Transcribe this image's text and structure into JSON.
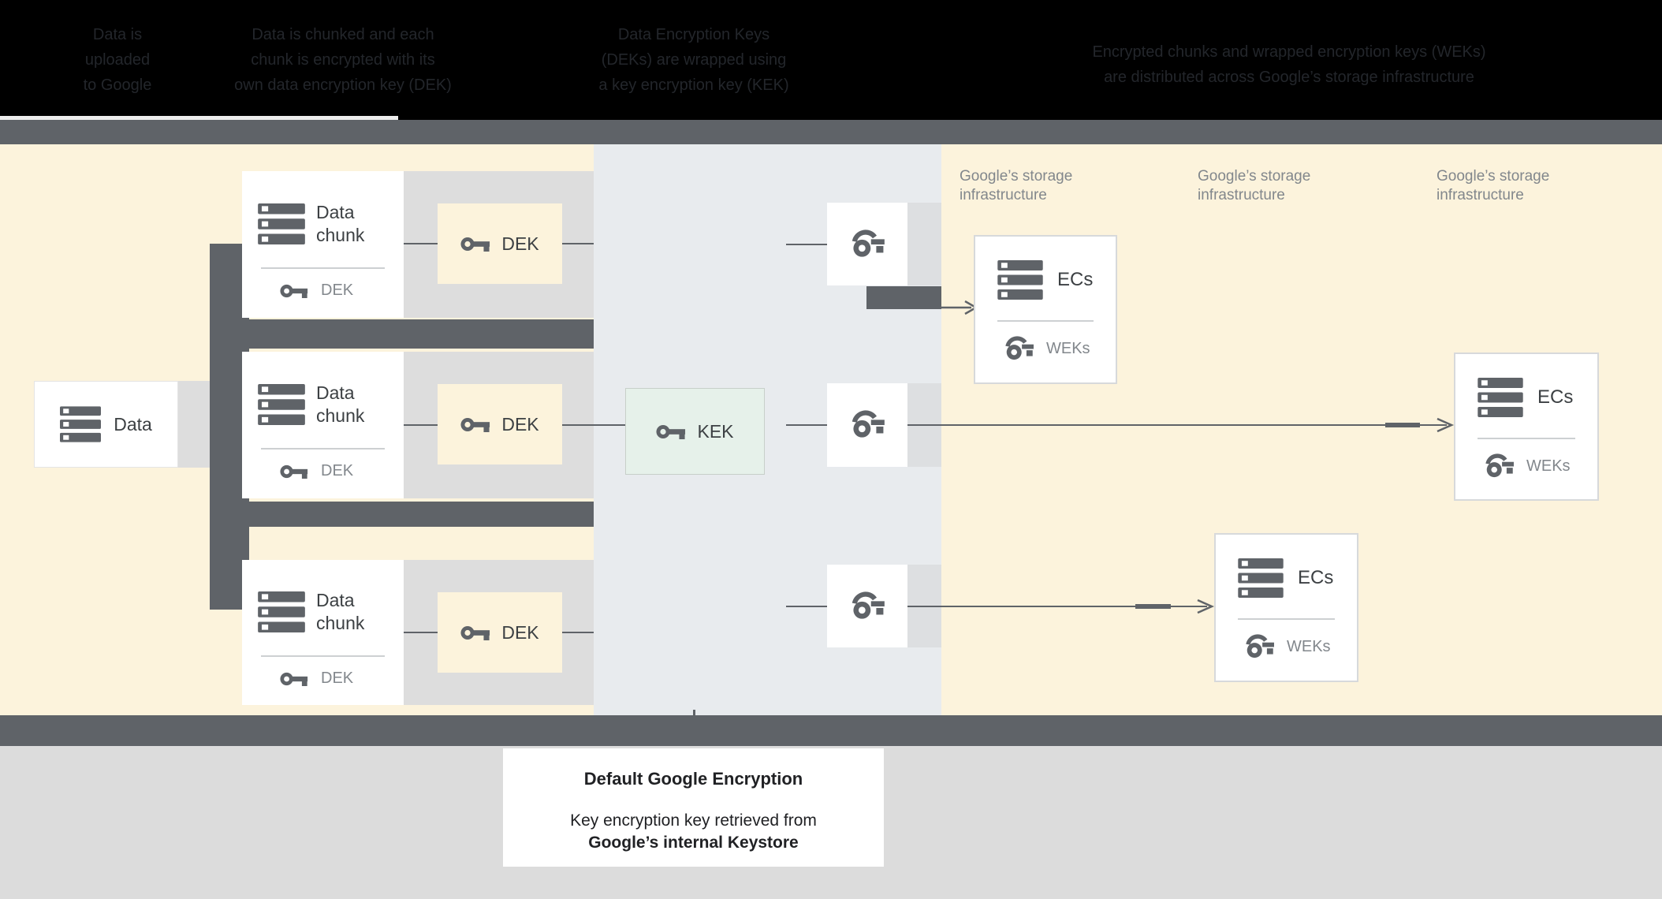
{
  "header": {
    "bg_color": "#000000",
    "text_color": "#23262b",
    "steps": [
      {
        "lines": [
          "Data is",
          "uploaded",
          "to Google"
        ]
      },
      {
        "lines": [
          "Data is chunked and each",
          "chunk is encrypted with its",
          "own data encryption key (DEK)"
        ]
      },
      {
        "lines": [
          "Data Encryption Keys",
          "(DEKs) are wrapped using",
          "a key encryption key (KEK)"
        ]
      },
      {
        "lines": [
          "Encrypted chunks and wrapped encryption keys (WEKs)",
          "are distributed across Google’s storage infrastructure"
        ]
      }
    ]
  },
  "diagram": {
    "data_box_label": "Data",
    "chunk_card": {
      "title": "Data chunk",
      "key_label": "DEK"
    },
    "dek_label": "DEK",
    "kek_label": "KEK",
    "storage_label": {
      "line1": "Google’s storage",
      "line2": "infrastructure"
    },
    "ecs_box": {
      "title": "ECs",
      "key_label": "WEKs"
    }
  },
  "caption": {
    "title": "Default Google Encryption",
    "line1": "Key encryption key retrieved from",
    "line2": "Google’s internal Keystore"
  },
  "colors": {
    "accent_gray": "#5f6368",
    "cream": "#fcf3dc",
    "middle_blue_gray": "#e8ebee",
    "row_gray": "#dddddd",
    "mint_kek": "#e6f1ea",
    "bottom_gray": "#dcdcdc",
    "header_bg": "#000000",
    "muted_text": "#82878c",
    "dark_text": "#3c4043"
  }
}
